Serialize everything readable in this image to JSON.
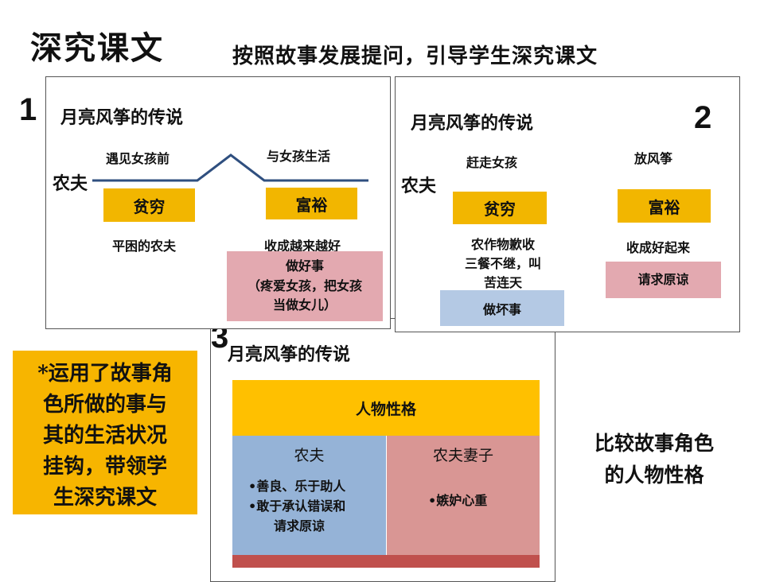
{
  "header": {
    "title": "深究课文",
    "subtitle": "按照故事发展提问，引导学生深究课文"
  },
  "panel1": {
    "number": "1",
    "title": "月亮风筝的传说",
    "farmer": "农夫",
    "left_phase": "遇见女孩前",
    "right_phase": "与女孩生活",
    "left_state": "贫穷",
    "right_state": "富裕",
    "left_desc": "平困的农夫",
    "right_desc": "收成越来越好",
    "deed_line1": "做好事",
    "deed_line2": "（疼爱女孩，把女孩",
    "deed_line3": "当做女儿）"
  },
  "panel2": {
    "number": "2",
    "title": "月亮风筝的传说",
    "farmer": "农夫",
    "left_phase": "赶走女孩",
    "right_phase": "放风筝",
    "left_state": "贫穷",
    "right_state": "富裕",
    "left_desc_line1": "农作物歉收",
    "left_desc_line2": "三餐不继，叫",
    "left_desc_line3": "苦连天",
    "right_desc": "收成好起来",
    "bad_deed": "做坏事",
    "apology": "请求原谅"
  },
  "panel3": {
    "number": "3",
    "title": "月亮风筝的传说",
    "header": "人物性格",
    "col1_title": "农夫",
    "col1_traits": [
      "•善良、乐于助人",
      "•敢于承认错误和",
      "请求原谅"
    ],
    "col2_title": "农夫妻子",
    "col2_traits": [
      "•嫉妒心重"
    ]
  },
  "note": {
    "lines": [
      "*运用了故事角",
      "色所做的事与",
      "其的生活状况",
      "挂钩，带领学",
      "生深究课文"
    ]
  },
  "compare": {
    "line1": "比较故事角色",
    "line2": "的人物性格"
  },
  "colors": {
    "gold": "#f2b600",
    "pink": "#e3a9b0",
    "blue": "#b4c9e4",
    "timeline": "#2f4f7f",
    "table_blue": "#95b3d7",
    "table_pink": "#d99694",
    "table_red": "#c0504d"
  }
}
